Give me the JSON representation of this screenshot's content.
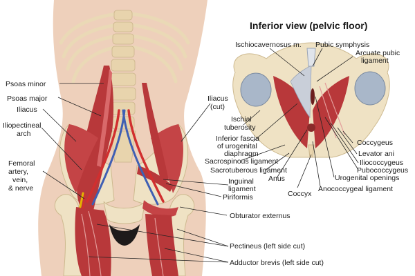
{
  "inset": {
    "title": "Inferior view (pelvic floor)"
  },
  "labels": {
    "psoas_minor": "Psoas minor",
    "psoas_major": "Psoas major",
    "iliacus": "Iliacus",
    "iliopectineal_arch_1": "Iliopectineal",
    "iliopectineal_arch_2": "arch",
    "femoral_1": "Femoral",
    "femoral_2": "artery,",
    "femoral_3": "vein,",
    "femoral_4": "& nerve",
    "iliacus_cut_1": "Iliacus",
    "iliacus_cut_2": "(cut)",
    "ischial_1": "Ischial",
    "ischial_2": "tuberosity",
    "inf_fascia_1": "Inferior fascia",
    "inf_fascia_2": "of urogenital",
    "inf_fascia_3": "diaphragm",
    "sacrospinous": "Sacrospinous ligament",
    "sacrotuberous": "Sacrotuberous ligament",
    "inguinal_1": "Inguinal",
    "inguinal_2": "ligament",
    "piriformis": "Piriformis",
    "obturator": "Obturator externus",
    "pectineus": "Pectineus (left side cut)",
    "adductor": "Adductor brevis (left side cut)",
    "ischiocavernosus": "Ischiocavernosus m.",
    "pubic_symphysis": "Pubic symphysis",
    "arcuate_1": "Arcuate pubic",
    "arcuate_2": "ligament",
    "coccygeus": "Coccygeus",
    "levator_ani": "Levator ani",
    "iliococcygeus": "Iliococcygeus",
    "pubococcygeus": "Pubococcygeus",
    "urogenital": "Urogenital openings",
    "anus": "Anus",
    "coccyx": "Coccyx",
    "anococcygeal": "Anococcygeal ligament"
  },
  "colors": {
    "skin": "#eed0bb",
    "muscle": "#b8383a",
    "muscle_light": "#d9696a",
    "bone": "#efe2c4",
    "bone_shadow": "#d8c69f",
    "ligament": "#c9cfd9",
    "artery": "#d12f2f",
    "vein": "#3f5fb3",
    "nerve": "#e6b400"
  }
}
